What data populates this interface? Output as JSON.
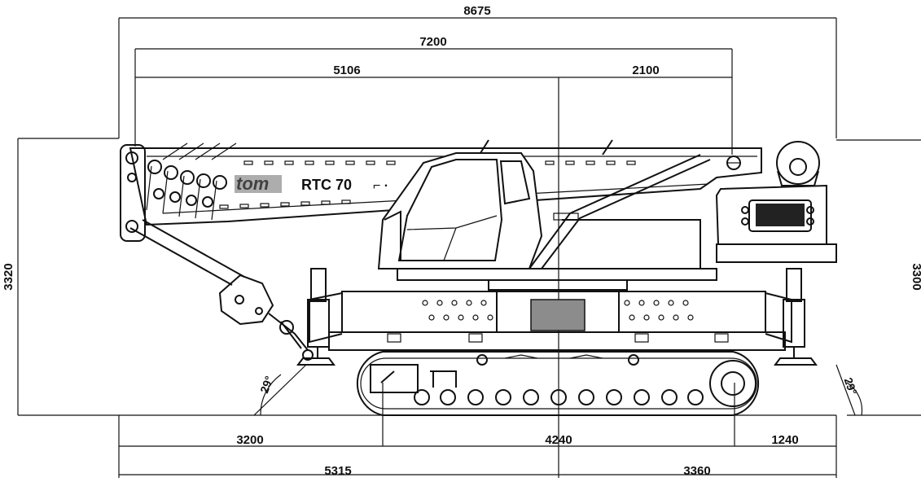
{
  "dimensions": {
    "overall_length": "8675",
    "boom_reach": "7200",
    "boom_front": "5106",
    "boom_rear": "2100",
    "height_left": "3320",
    "height_right": "3300",
    "track_front_offset": "3200",
    "track_length": "4240",
    "track_rear_offset": "1240",
    "outrigger_front": "5315",
    "outrigger_rear": "3360",
    "angle_front": "29°",
    "angle_rear": "29°"
  },
  "machine": {
    "brand_logo": "tom",
    "model": "RTC 70"
  },
  "colors": {
    "line": "#111111",
    "counterweight_fill": "#8c8c8c",
    "background": "#ffffff"
  }
}
